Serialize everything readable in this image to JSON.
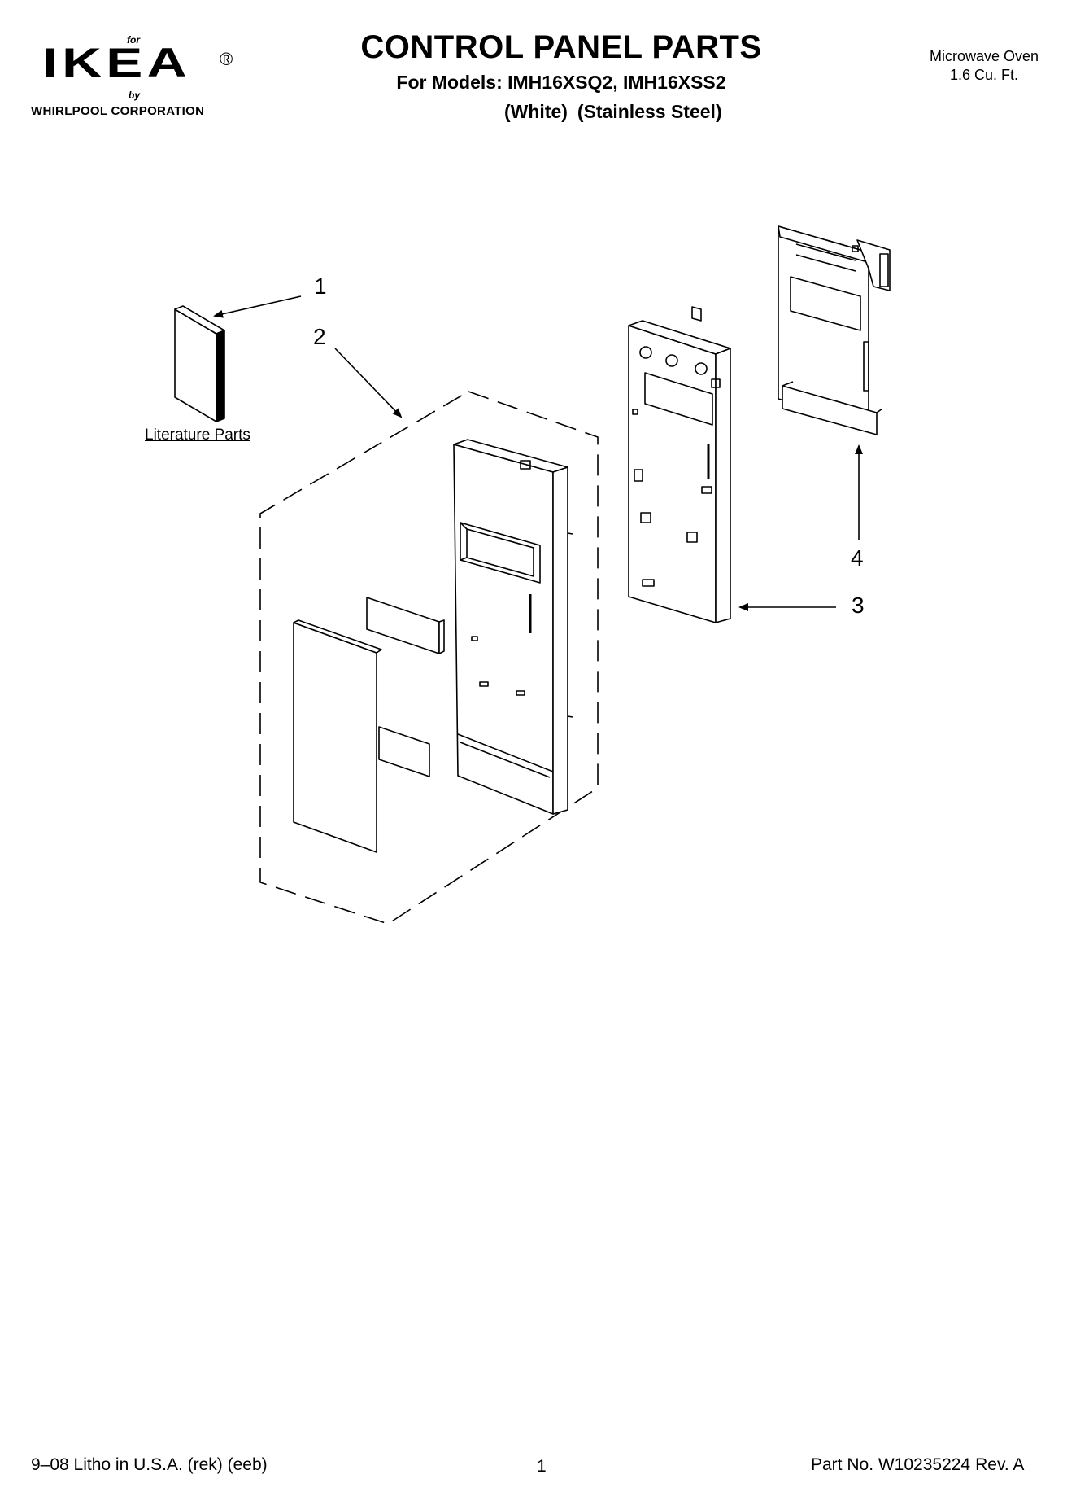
{
  "logo": {
    "for_text": "for",
    "brand": "IKEA",
    "registered": "®",
    "by_text": "by",
    "corporation": "WHIRLPOOL CORPORATION"
  },
  "header": {
    "title": "CONTROL PANEL PARTS",
    "models_line": "For Models: IMH16XSQ2, IMH16XSS2",
    "variant_white": "(White)",
    "variant_stainless": "(Stainless Steel)"
  },
  "product": {
    "name": "Microwave Oven",
    "capacity": "1.6 Cu. Ft."
  },
  "diagram": {
    "callouts": [
      "1",
      "2",
      "3",
      "4"
    ],
    "literature_label": "Literature Parts"
  },
  "footer": {
    "print_info": "9–08 Litho in U.S.A. (rek) (eeb)",
    "page_number": "1",
    "part_number": "Part No. W10235224",
    "revision": "Rev. A"
  }
}
